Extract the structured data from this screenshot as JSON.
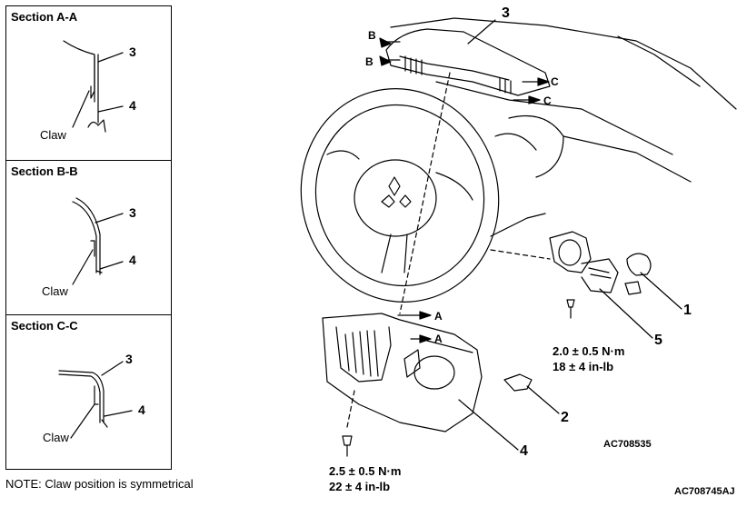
{
  "sections": [
    {
      "title": "Section A-A",
      "part_upper": "3",
      "part_lower": "4",
      "claw": "Claw"
    },
    {
      "title": "Section B-B",
      "part_upper": "3",
      "part_lower": "4",
      "claw": "Claw"
    },
    {
      "title": "Section C-C",
      "part_upper": "3",
      "part_lower": "4",
      "claw": "Claw"
    }
  ],
  "note": "NOTE: Claw position is symmetrical",
  "callouts": {
    "c1": "1",
    "c2": "2",
    "c3": "3",
    "c4": "4",
    "c5": "5"
  },
  "section_markers": {
    "b_top": "B",
    "b_bottom": "B",
    "c_top": "C",
    "c_bottom": "C",
    "a_top": "A",
    "a_bottom": "A"
  },
  "torque_upper": {
    "line1": "2.0 ± 0.5 N·m",
    "line2": "18 ± 4 in-lb"
  },
  "torque_lower": {
    "line1": "2.5 ± 0.5 N·m",
    "line2": "22 ± 4 in-lb"
  },
  "figure_codes": {
    "inner": "AC708535",
    "outer": "AC708745AJ"
  }
}
